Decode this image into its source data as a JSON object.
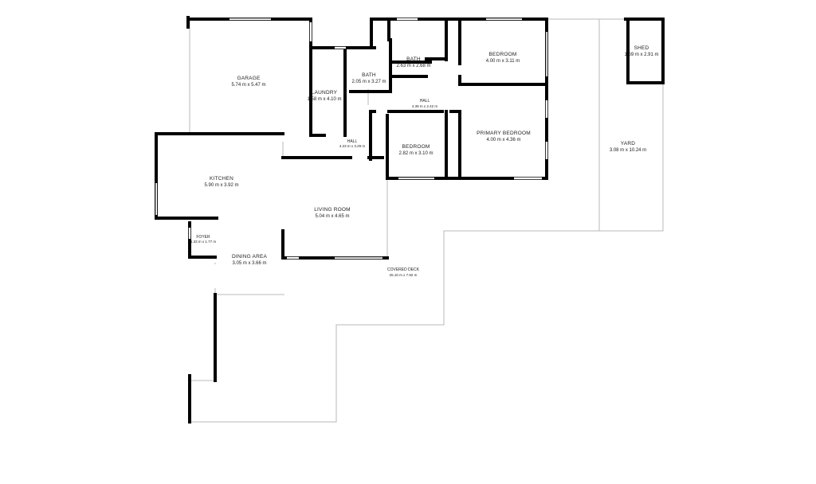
{
  "colors": {
    "wall": "#000000",
    "outline": "#b8b8b8",
    "window": "#ffffff",
    "text": "#222222"
  },
  "rooms": {
    "garage": {
      "name": "GARAGE",
      "dims": "5.74 m x 5.47 m"
    },
    "laundry": {
      "name": "LAUNDRY",
      "dims": "1.58 m x 4.10 m"
    },
    "bath1": {
      "name": "BATH",
      "dims": "2.05 m x 3.27 m"
    },
    "bath2": {
      "name": "BATH",
      "dims": "2.63 m x 2.68 m"
    },
    "bedroom1": {
      "name": "BEDROOM",
      "dims": "4.00 m x 3.11 m"
    },
    "hall1": {
      "name": "HALL",
      "dims": "4.39 m x 2.42 m"
    },
    "primary_bedroom": {
      "name": "PRIMARY BEDROOM",
      "dims": "4.00 m x 4.36 m"
    },
    "hall2": {
      "name": "HALL",
      "dims": "4.23 m x 3.29 m"
    },
    "bedroom2": {
      "name": "BEDROOM",
      "dims": "2.82 m x 3.10 m"
    },
    "kitchen": {
      "name": "KITCHEN",
      "dims": "5.90 m x 3.92 m"
    },
    "living": {
      "name": "LIVING ROOM",
      "dims": "5.04 m x 4.65 m"
    },
    "foyer": {
      "name": "FOYER",
      "dims": "1.33 m x 1.77 m"
    },
    "dining": {
      "name": "DINING AREA",
      "dims": "3.05 m x 3.66 m"
    },
    "deck": {
      "name": "COVERED DECK",
      "dims": "25.10 m x 7.92 m"
    },
    "yard": {
      "name": "YARD",
      "dims": "3.08 m x 10.24 m"
    },
    "shed": {
      "name": "SHED",
      "dims": "1.69 m x 2.91 m"
    }
  }
}
